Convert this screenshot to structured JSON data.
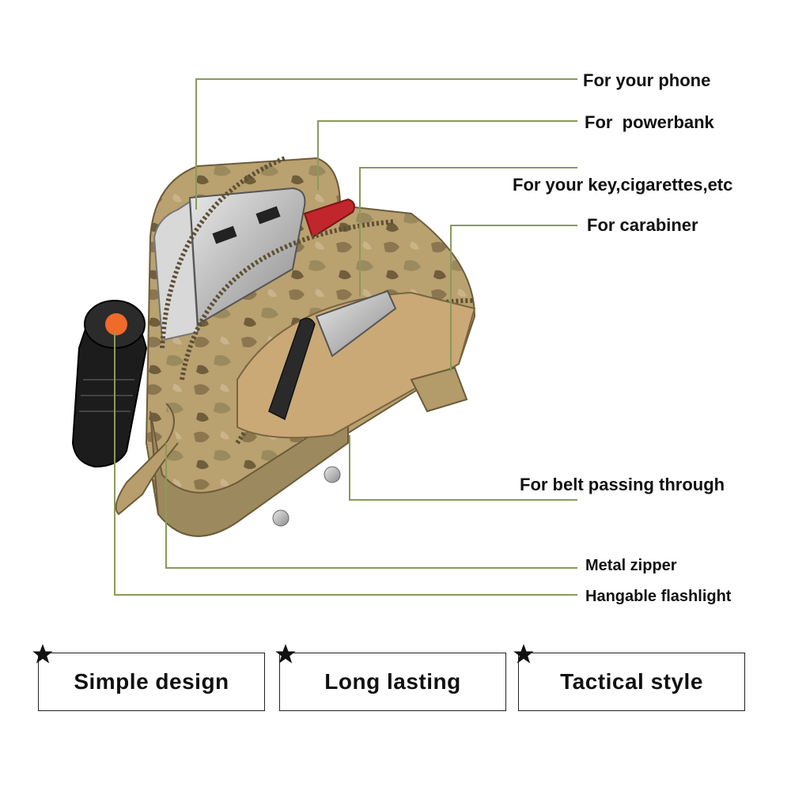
{
  "callouts": [
    {
      "id": "phone",
      "label": "For your phone"
    },
    {
      "id": "powerbank",
      "label": "For  powerbank"
    },
    {
      "id": "key",
      "label": "For your key,cigarettes,etc"
    },
    {
      "id": "carabiner",
      "label": "For carabiner"
    },
    {
      "id": "belt",
      "label": "For belt passing through"
    },
    {
      "id": "zipper",
      "label": "Metal zipper"
    },
    {
      "id": "flashlight",
      "label": "Hangable flashlight"
    }
  ],
  "features": [
    {
      "label": "Simple design"
    },
    {
      "label": "Long lasting"
    },
    {
      "label": "Tactical style"
    }
  ],
  "colors": {
    "leader_line": "#8a9a5b",
    "camo_base": "#b39b6a",
    "camo_dark": "#7d6a45",
    "flashlight_body": "#1c1c1c",
    "flashlight_button": "#f06a2a"
  },
  "icons": {
    "feature_marker": "star-icon"
  }
}
